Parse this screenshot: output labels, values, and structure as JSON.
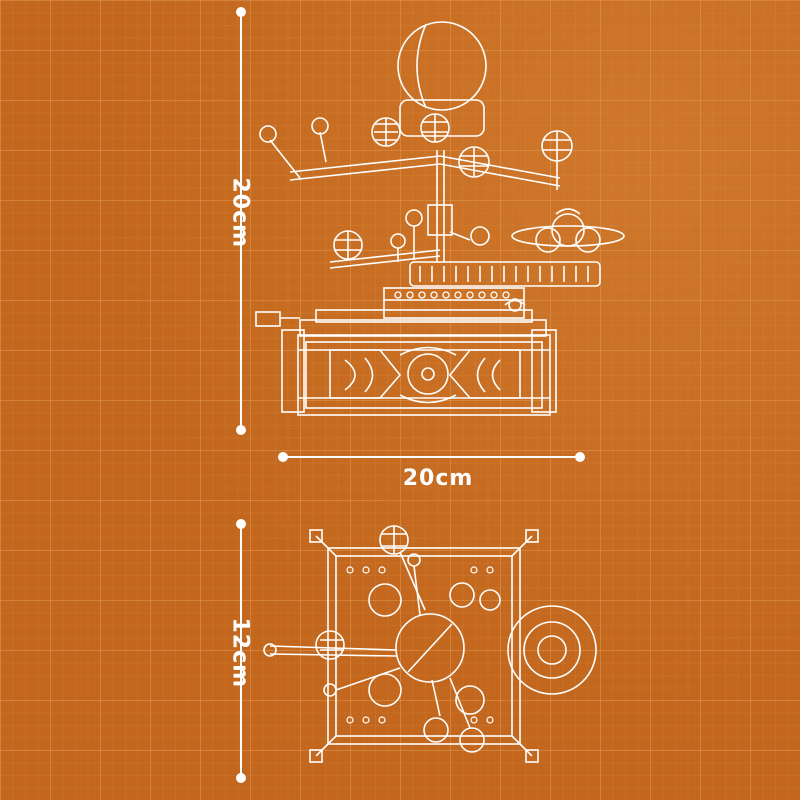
{
  "dimensions": {
    "height_label": "20cm",
    "width_label": "20cm",
    "depth_label": "12cm"
  },
  "colors": {
    "background": "#c2671d",
    "grid": "#f0b27a",
    "line": "#ffffff"
  },
  "icons": [
    "orrery-front-view-drawing",
    "orrery-top-view-drawing"
  ]
}
